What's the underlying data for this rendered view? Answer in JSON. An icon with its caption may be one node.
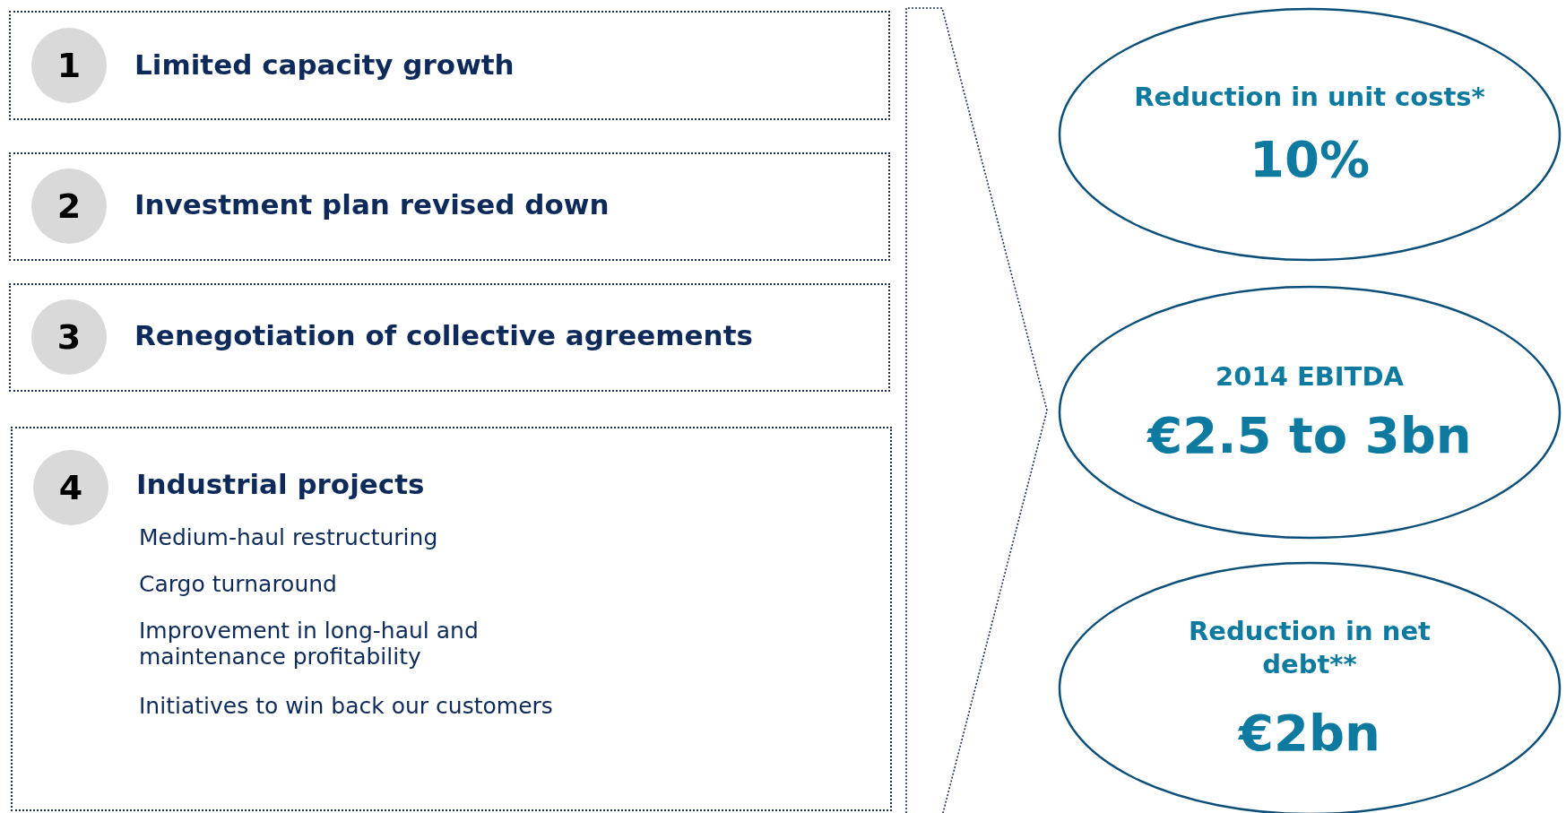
{
  "diagram": {
    "nodes": [
      {
        "text": [
          "Limited capacity growth"
        ]
      },
      {
        "text": [
          "1"
        ],
        "in": 0
      },
      {
        "text": [
          "Investment plan revised down"
        ]
      },
      {
        "text": [
          "2"
        ],
        "in": 2
      },
      {
        "text": [
          "Renegotiation of collective agreements"
        ]
      },
      {
        "text": [
          "3"
        ],
        "in": 4
      },
      {
        "text": [
          "Industrial projects",
          "Medium-haul restructuring",
          "Cargo turnaround",
          "Improvement in long-haul and maintenance profitability",
          "Initiatives to win back our customers"
        ]
      },
      {
        "text": [
          "4"
        ],
        "in": 6
      },
      {
        "text": [
          "Reduction in unit costs*",
          "10%"
        ]
      },
      {
        "text": [
          "2014 EBITDA",
          "€2.5 to 3bn"
        ]
      },
      {
        "text": [
          "Reduction in net debt**",
          "€2bn"
        ]
      }
    ]
  }
}
